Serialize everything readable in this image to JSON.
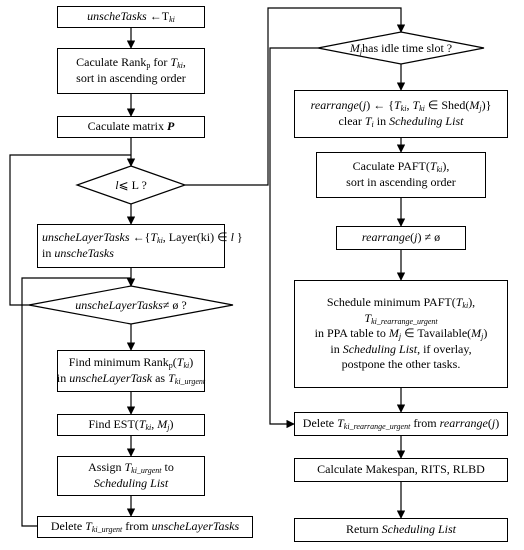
{
  "left_column": {
    "init_tasks": {
      "l1": [
        "unscheTasks",
        " ←T",
        "ki"
      ]
    },
    "calc_rank": {
      "l1": [
        "Caculate Rank",
        "p",
        " for ",
        "T",
        "ki",
        ","
      ],
      "l2": "sort in ascending order"
    },
    "calc_matrix": {
      "l1": [
        "Caculate matrix ",
        "P"
      ]
    },
    "cond_l": {
      "text": [
        "l",
        " ⩽ L ?"
      ]
    },
    "layer_tasks": {
      "l1": [
        "unscheLayerTasks",
        " ←{",
        "T",
        "ki",
        ", Layer(ki) ∈ ",
        "l",
        " }"
      ],
      "l2": [
        "in ",
        "unscheTasks"
      ]
    },
    "cond_layer": {
      "text": [
        "unscheLayerTasks",
        " ≠ ø ?"
      ]
    },
    "find_min_rank": {
      "l1": [
        "Find minimum Rank",
        "p",
        "(",
        "T",
        "ki",
        ")"
      ],
      "l2": [
        "in ",
        "unscheLayerTask",
        " as ",
        "T",
        "ki_urgent"
      ]
    },
    "find_est": {
      "l1": [
        "Find EST(",
        "T",
        "ki",
        ", ",
        "M",
        "j",
        ")"
      ]
    },
    "assign": {
      "l1": [
        "Assign ",
        "T",
        "ki_urgent",
        " to"
      ],
      "l2": "Scheduling List"
    },
    "delete_urgent": {
      "l1": [
        "Delete ",
        "T",
        "ki_urgent",
        " from ",
        "unscheLayerTasks"
      ]
    }
  },
  "right_column": {
    "cond_idle": {
      "text": [
        "M",
        "j",
        " has idle time slot ?"
      ]
    },
    "rearrange_set": {
      "l1": [
        "rearrange",
        "(",
        "j",
        ") ← {",
        "T",
        "ki",
        ", ",
        "T",
        "ki",
        " ∈ Shed(",
        "M",
        "j",
        ")}"
      ],
      "l2": [
        "clear ",
        "T",
        "i",
        " in ",
        "Scheduling List"
      ]
    },
    "calc_paft": {
      "l1": [
        "Caculate  PAFT(",
        "T",
        "ki",
        "),"
      ],
      "l2": "sort in ascending order"
    },
    "rearrange_nonempty": {
      "l1": [
        "rearrange",
        "(",
        "j",
        ") ≠ ø"
      ]
    },
    "schedule_min": {
      "l1": [
        "Schedule minimum PAFT(",
        "T",
        "ki",
        "),"
      ],
      "l2": [
        "T",
        "ki_rearrange_urgent"
      ],
      "l3": [
        "in PPA table to ",
        "M",
        "j",
        " ∈ Tavailable(",
        "M",
        "j",
        ")"
      ],
      "l4": [
        "in ",
        "Scheduling List",
        ", if overlay,"
      ],
      "l5": "postpone the other tasks."
    },
    "delete_rearrange": {
      "l1": [
        "Delete ",
        "T",
        "ki_rearrange_urgent",
        " from ",
        "rearrange",
        "(",
        "j",
        ")"
      ]
    },
    "calc_makespan": {
      "l1": "Calculate Makespan, RITS, RLBD"
    },
    "return_list": {
      "l1": [
        "Return ",
        "Scheduling List"
      ]
    }
  },
  "colors": {
    "stroke": "#000000",
    "background": "#ffffff"
  }
}
